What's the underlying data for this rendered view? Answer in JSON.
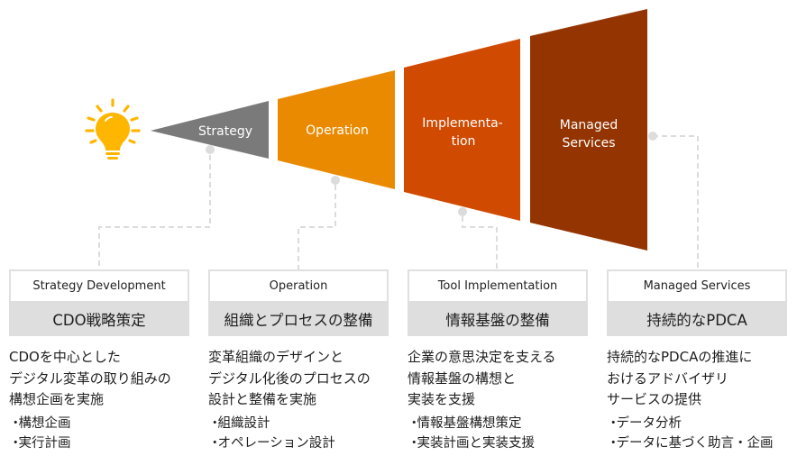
{
  "diagram": {
    "icon": "lightbulb-icon",
    "stages": [
      {
        "id": "strategy",
        "label_lines": [
          "Strategy"
        ],
        "color": "#7a7a7a"
      },
      {
        "id": "operation",
        "label_lines": [
          "Operation"
        ],
        "color": "#ea8a00"
      },
      {
        "id": "implementation",
        "label_lines": [
          "Implementa-",
          "tion"
        ],
        "color": "#d04a02"
      },
      {
        "id": "managed-services",
        "label_lines": [
          "Managed",
          "Services"
        ],
        "color": "#933401"
      }
    ],
    "icon_color": "#ffb600",
    "connector_color": "#dcdcdc"
  },
  "cards": [
    {
      "heading": "Strategy Development",
      "title": "CDO戦略策定",
      "description": [
        "CDOを中心とした",
        "デジタル変革の取り組みの",
        "構想企画を実施"
      ],
      "bullets": [
        "構想企画",
        "実行計画"
      ]
    },
    {
      "heading": "Operation",
      "title": "組織とプロセスの整備",
      "description": [
        "変革組織のデザインと",
        "デジタル化後のプロセスの",
        "設計と整備を実施"
      ],
      "bullets": [
        "組織設計",
        "オペレーション設計"
      ]
    },
    {
      "heading": "Tool Implementation",
      "title": "情報基盤の整備",
      "description": [
        "企業の意思決定を支える",
        "情報基盤の構想と",
        "実装を支援"
      ],
      "bullets": [
        "情報基盤構想策定",
        "実装計画と実装支援"
      ]
    },
    {
      "heading": "Managed Services",
      "title": "持続的なPDCA",
      "description": [
        "持続的なPDCAの推進に",
        "おけるアドバイザリ",
        "サービスの提供"
      ],
      "bullets": [
        "データ分析",
        "データに基づく助言・企画"
      ]
    }
  ]
}
